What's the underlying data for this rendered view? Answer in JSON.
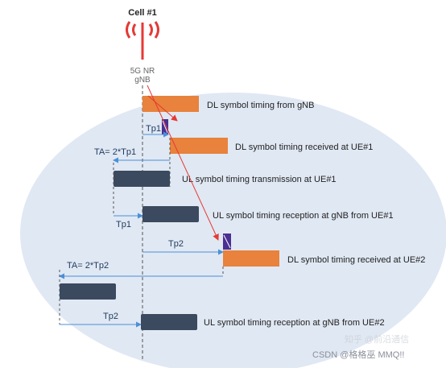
{
  "cell": {
    "title": "Cell #1",
    "station_line1": "5G NR",
    "station_line2": "gNB"
  },
  "rows": {
    "dl_gnb": "DL symbol timing from gNB",
    "dl_ue1": "DL symbol timing received at UE#1",
    "ul_tx_ue1": "UL symbol timing transmission at UE#1",
    "ul_rx_ue1": "UL symbol timing reception at gNB from UE#1",
    "dl_ue2": "DL symbol timing received at UE#2",
    "ul_rx_ue2": "UL symbol timing reception at gNB from UE#2"
  },
  "labels": {
    "tp1_a": "Tp1",
    "ta1": "TA= 2*Tp1",
    "tp1_b": "Tp1",
    "tp2_a": "Tp2",
    "ta2": "TA= 2*Tp2",
    "tp2_b": "Tp2"
  },
  "watermark": "CSDN @格格巫 MMQ!!",
  "watermark_faint": "知乎 @前沿通信",
  "colors": {
    "orange": "#E8823C",
    "navy": "#3B4A5E",
    "blue": "#4A90D9",
    "red": "#E53935",
    "cell": "#E0E8F3",
    "purple": "#4B2F91"
  }
}
